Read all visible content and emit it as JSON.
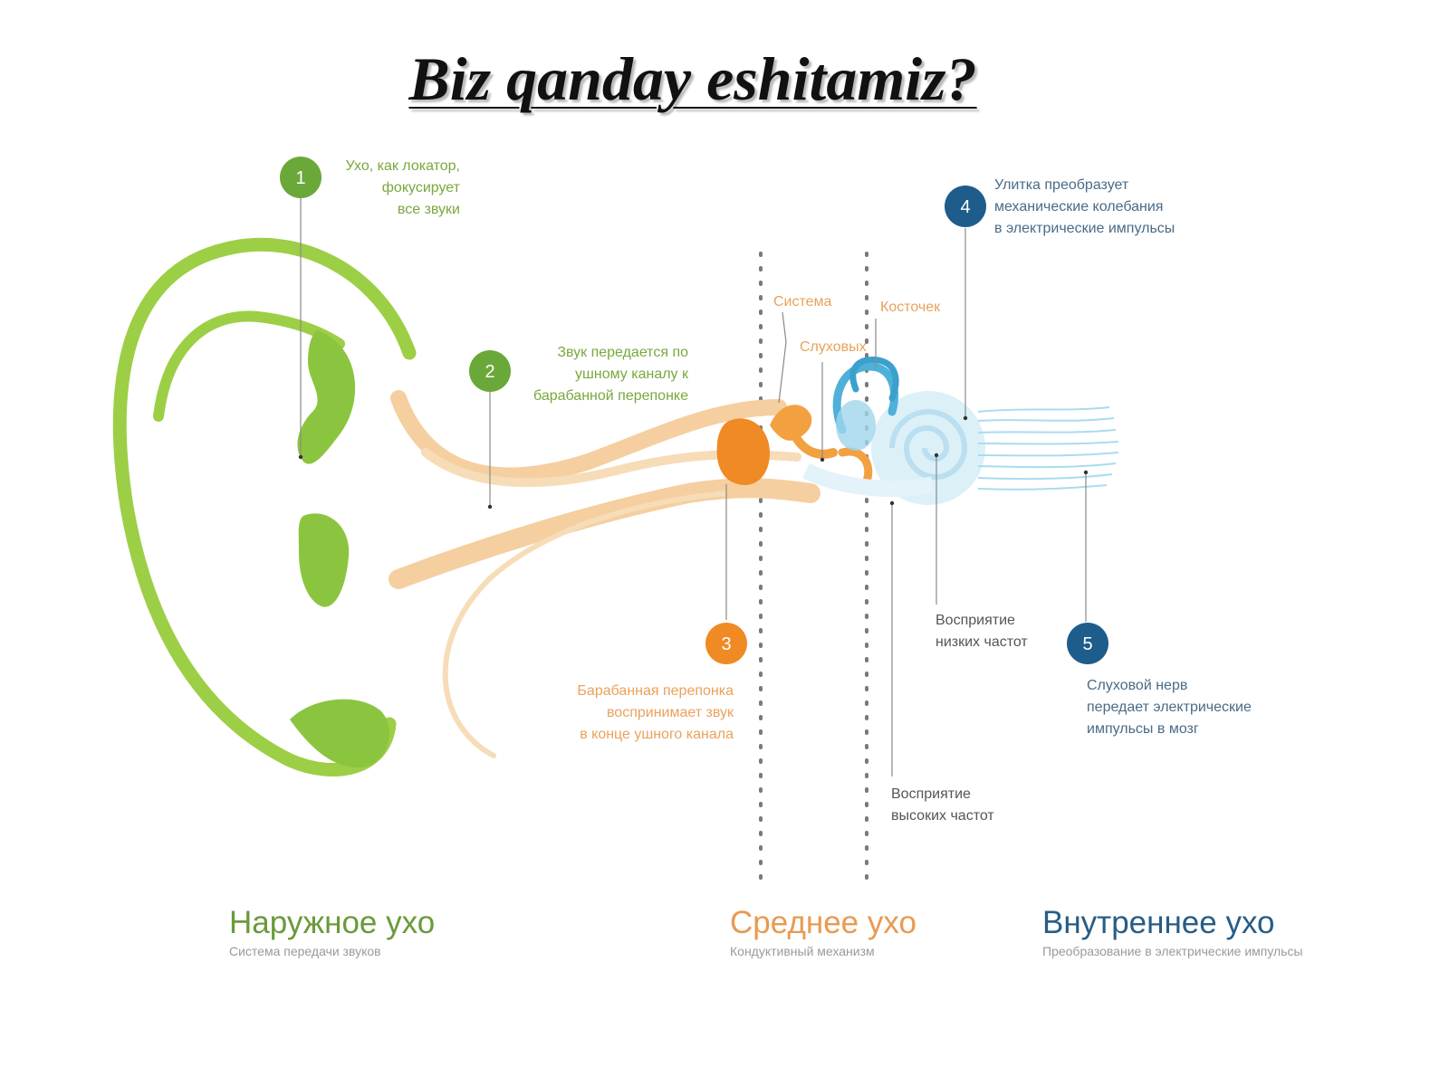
{
  "title": "Biz qanday eshitamiz?",
  "colors": {
    "outer": "#8bc53f",
    "outer_dark": "#5a9a2a",
    "middle": "#f08a24",
    "middle_light": "#f5c998",
    "inner": "#1e5c8c",
    "inner_light": "#6cc0e0"
  },
  "steps": [
    {
      "num": "1",
      "lines": [
        "Ухо, как локатор,",
        "фокусирует",
        "все звуки"
      ]
    },
    {
      "num": "2",
      "lines": [
        "Звук передается по",
        "ушному каналу к",
        "барабанной перепонке"
      ]
    },
    {
      "num": "3",
      "lines": [
        "Барабанная перепонка",
        "воспринимает звук",
        "в конце ушного канала"
      ]
    },
    {
      "num": "4",
      "lines": [
        "Улитка преобразует",
        "механические колебания",
        "в электрические импульсы"
      ]
    },
    {
      "num": "5",
      "lines": [
        "Слуховой нерв",
        "передает электрические",
        "импульсы в мозг"
      ]
    }
  ],
  "labels": {
    "sistema": "Система",
    "kostochek": "Косточек",
    "slukhovykh": "Слуховых",
    "low_freq": [
      "Восприятие",
      "низких частот"
    ],
    "high_freq": [
      "Восприятие",
      "высоких частот"
    ]
  },
  "sections": [
    {
      "name": "Наружное ухо",
      "sub": "Система передачи звуков"
    },
    {
      "name": "Среднее ухо",
      "sub": "Кондуктивный механизм"
    },
    {
      "name": "Внутреннее ухо",
      "sub": "Преобразование в электрические импульсы"
    }
  ]
}
